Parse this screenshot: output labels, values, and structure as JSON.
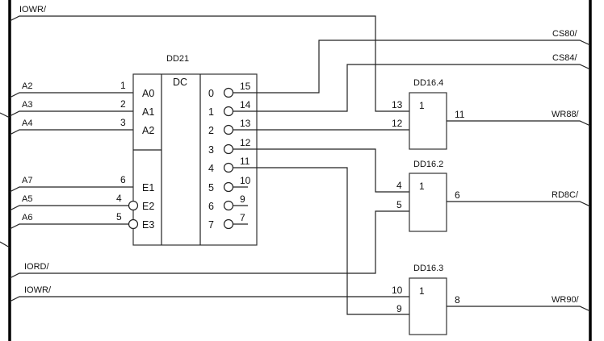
{
  "diagram": {
    "type": "logic-schematic",
    "decoder": {
      "ref": "DD21",
      "function": "DC",
      "address_inputs": [
        {
          "signal": "A2",
          "pin": "1",
          "name": "A0"
        },
        {
          "signal": "A3",
          "pin": "2",
          "name": "A1"
        },
        {
          "signal": "A4",
          "pin": "3",
          "name": "A2"
        }
      ],
      "enable_inputs": [
        {
          "signal": "A7",
          "pin": "6",
          "name": "E1",
          "inverted": false
        },
        {
          "signal": "A5",
          "pin": "4",
          "name": "E2",
          "inverted": true
        },
        {
          "signal": "A6",
          "pin": "5",
          "name": "E3",
          "inverted": true
        }
      ],
      "outputs": [
        {
          "index": "0",
          "pin": "15"
        },
        {
          "index": "1",
          "pin": "14"
        },
        {
          "index": "2",
          "pin": "13"
        },
        {
          "index": "3",
          "pin": "12"
        },
        {
          "index": "4",
          "pin": "11"
        },
        {
          "index": "5",
          "pin": "10"
        },
        {
          "index": "6",
          "pin": "9"
        },
        {
          "index": "7",
          "pin": "7"
        }
      ]
    },
    "gates": [
      {
        "ref": "DD16.4",
        "function": "1",
        "in_a_pin": "13",
        "in_b_pin": "12",
        "out_pin": "11",
        "output_signal": "WR88/"
      },
      {
        "ref": "DD16.2",
        "function": "1",
        "in_a_pin": "4",
        "in_b_pin": "5",
        "out_pin": "6",
        "output_signal": "RD8C/"
      },
      {
        "ref": "DD16.3",
        "function": "1",
        "in_a_pin": "10",
        "in_b_pin": "9",
        "out_pin": "8",
        "output_signal": "WR90/"
      }
    ],
    "left_bus_signals": {
      "iowr_top": "IOWR/",
      "iord": "IORD/",
      "iowr_bottom": "IOWR/"
    },
    "right_bus_signals": {
      "cs80": "CS80/",
      "cs84": "CS84/"
    }
  }
}
